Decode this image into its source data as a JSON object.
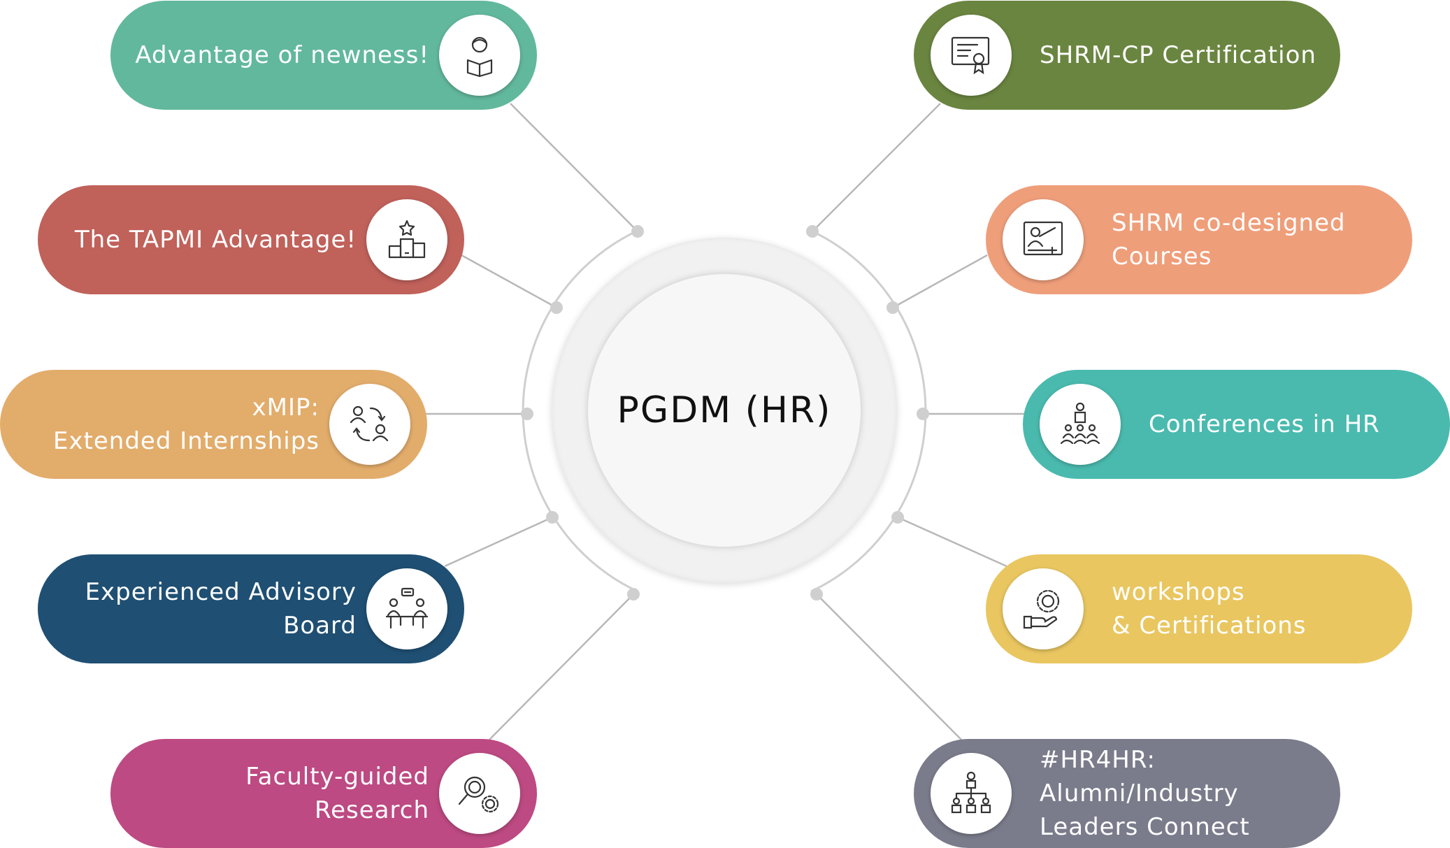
{
  "center": {
    "title": "PGDM (HR)"
  },
  "left_items": [
    {
      "label": [
        "Advantage of newness!"
      ],
      "color": "#62b89d",
      "icon": "person-reading-book-icon"
    },
    {
      "label": [
        "The TAPMI Advantage!"
      ],
      "color": "#c0615a",
      "icon": "podium-star-icon"
    },
    {
      "label": [
        "xMIP:",
        "Extended Internships"
      ],
      "color": "#e2ac6b",
      "icon": "exchange-people-icon"
    },
    {
      "label": [
        "Experienced Advisory",
        "Board"
      ],
      "color": "#1f4f73",
      "icon": "meeting-table-icon"
    },
    {
      "label": [
        "Faculty-guided",
        "Research"
      ],
      "color": "#bd4a82",
      "icon": "magnifier-gear-icon"
    }
  ],
  "right_items": [
    {
      "label": [
        "SHRM-CP Certification"
      ],
      "color": "#6a8540",
      "icon": "certificate-icon"
    },
    {
      "label": [
        "SHRM co-designed",
        "Courses"
      ],
      "color": "#ef9e7a",
      "icon": "presentation-board-icon"
    },
    {
      "label": [
        "Conferences in HR"
      ],
      "color": "#4abaae",
      "icon": "conference-audience-icon"
    },
    {
      "label": [
        "workshops",
        "& Certifications"
      ],
      "color": "#e9c660",
      "icon": "hand-gear-icon"
    },
    {
      "label": [
        "#HR4HR:",
        "Alumni/Industry",
        "Leaders Connect"
      ],
      "color": "#7a7c8b",
      "icon": "org-chart-icon"
    }
  ]
}
